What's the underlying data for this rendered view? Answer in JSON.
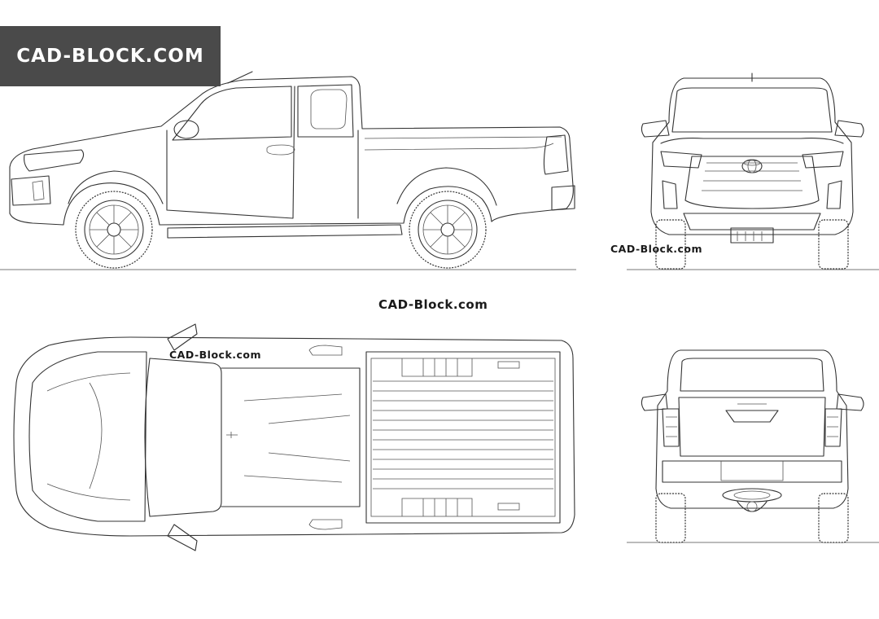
{
  "brand": {
    "logo_text": "CAD-BLOCK.COM",
    "watermark_center": "CAD-Block.com",
    "watermark_front": "CAD-Block.com",
    "watermark_top": "CAD-Block.com"
  },
  "colors": {
    "logo_background": "#4a4a4a",
    "logo_text": "#ffffff",
    "line_color": "#333333",
    "ground_line": "#777777"
  },
  "views": [
    "side-view",
    "front-view",
    "top-view",
    "rear-view"
  ],
  "icons": [
    "toyota-emblem-icon"
  ]
}
